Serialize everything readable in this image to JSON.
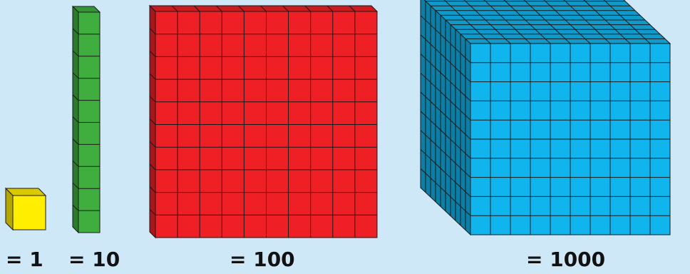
{
  "labels": {
    "one": "= 1",
    "ten": "= 10",
    "hundred": "= 100",
    "thousand": "= 1000"
  },
  "blocks": [
    {
      "name": "unit-cube",
      "value": 1,
      "color": "#ffee00"
    },
    {
      "name": "ten-rod",
      "value": 10,
      "color": "#3fae3f"
    },
    {
      "name": "hundred-flat",
      "value": 100,
      "color": "#ee2025"
    },
    {
      "name": "thousand-cube",
      "value": 1000,
      "color": "#11b5ee"
    }
  ],
  "background": "#cfe8f7"
}
